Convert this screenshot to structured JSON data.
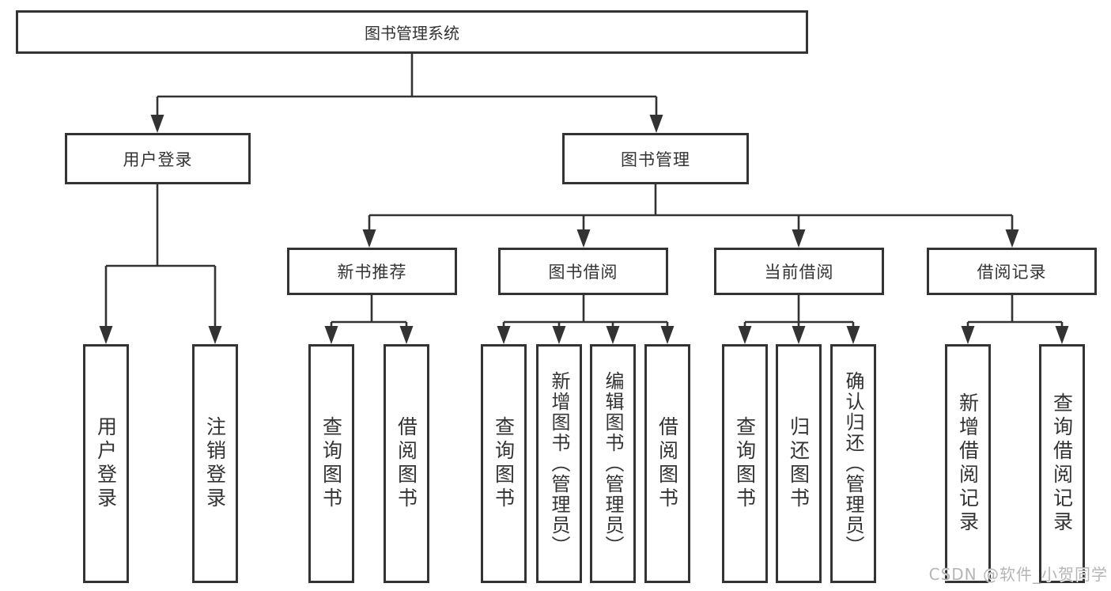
{
  "watermark": "CSDN @软件_小贺同学",
  "colors": {
    "border": "#333333",
    "text": "#333333",
    "line": "#333333",
    "watermark": "#b5b5b5",
    "background": "#ffffff"
  },
  "tree": {
    "root": {
      "label": "图书管理系统",
      "children": [
        {
          "label": "用户登录",
          "children": [
            {
              "label": "用户登录"
            },
            {
              "label": "注销登录"
            }
          ]
        },
        {
          "label": "图书管理",
          "children": [
            {
              "label": "新书推荐",
              "children": [
                {
                  "label": "查询图书"
                },
                {
                  "label": "借阅图书"
                }
              ]
            },
            {
              "label": "图书借阅",
              "children": [
                {
                  "label": "查询图书"
                },
                {
                  "label": "新增图书（管理员）"
                },
                {
                  "label": "编辑图书（管理员）"
                },
                {
                  "label": "借阅图书"
                }
              ]
            },
            {
              "label": "当前借阅",
              "children": [
                {
                  "label": "查询图书"
                },
                {
                  "label": "归还图书"
                },
                {
                  "label": "确认归还（管理员）"
                }
              ]
            },
            {
              "label": "借阅记录",
              "children": [
                {
                  "label": "新增借阅记录"
                },
                {
                  "label": "查询借阅记录"
                }
              ]
            }
          ]
        }
      ]
    }
  }
}
